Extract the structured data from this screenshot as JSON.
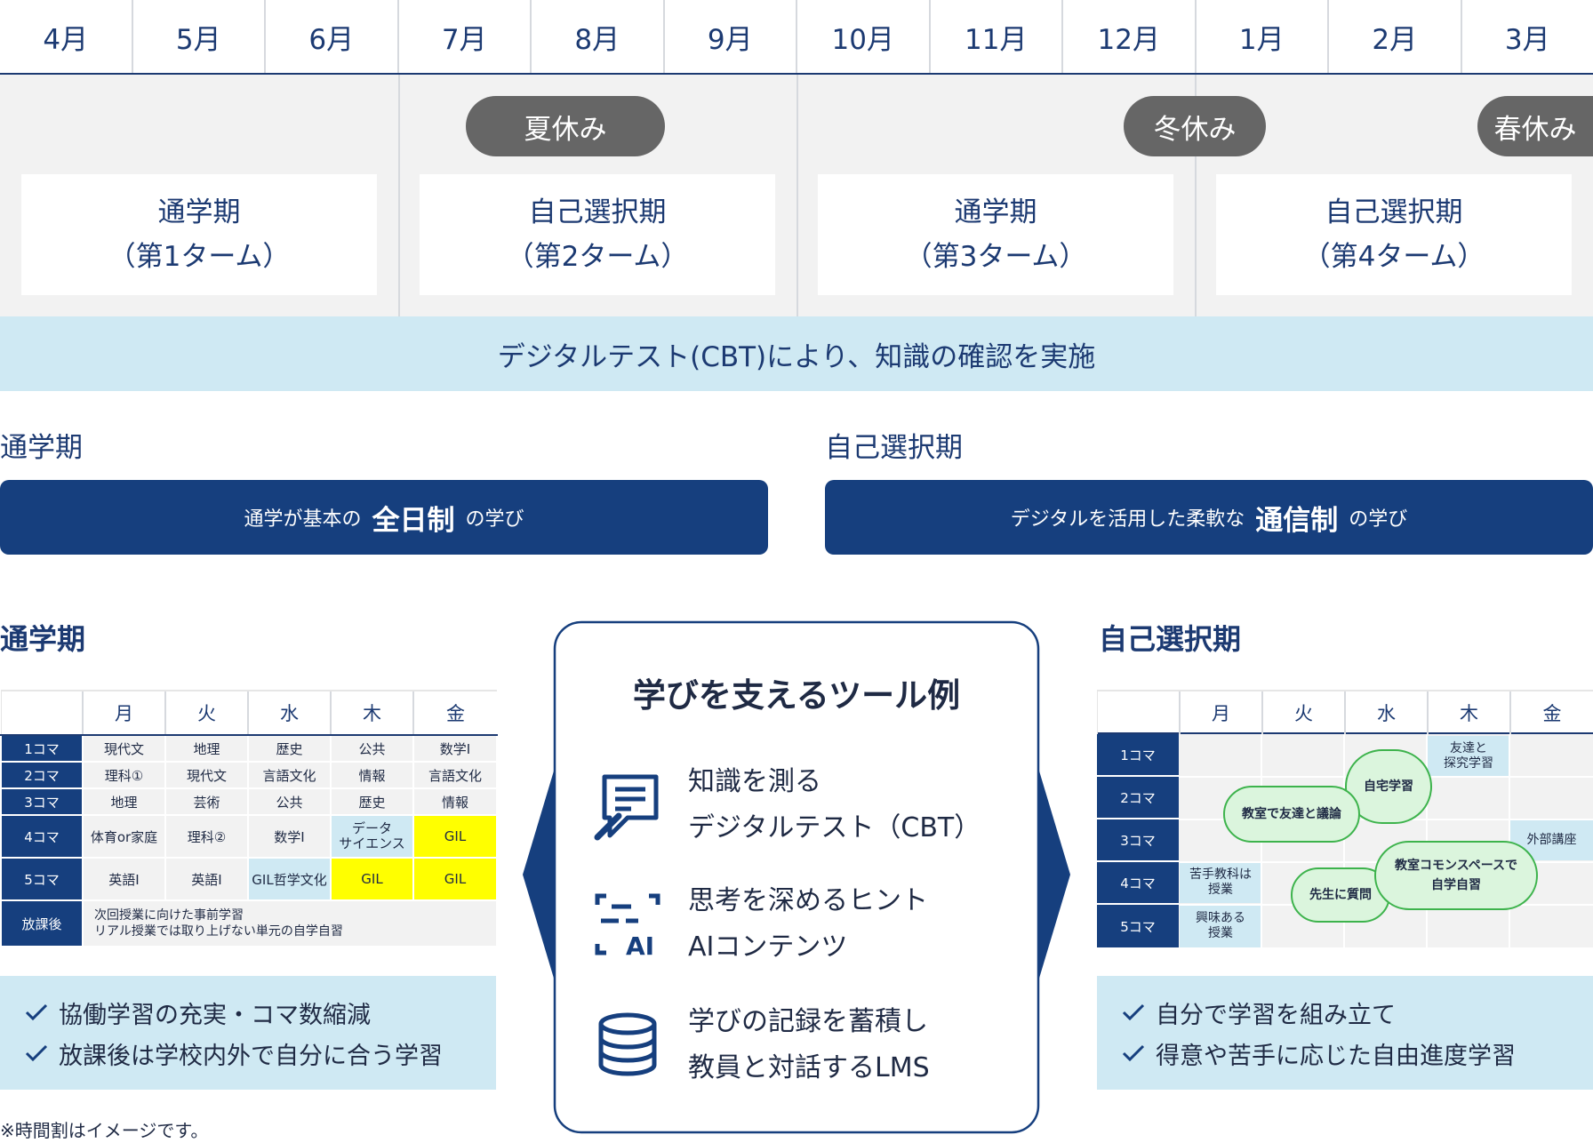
{
  "months": [
    "4月",
    "5月",
    "6月",
    "7月",
    "8月",
    "9月",
    "10月",
    "11月",
    "12月",
    "1月",
    "2月",
    "3月"
  ],
  "holidays": {
    "summer": "夏休み",
    "winter": "冬休み",
    "spring": "春休み"
  },
  "terms": [
    {
      "name": "通学期",
      "sub": "（第1ターム）"
    },
    {
      "name": "自己選択期",
      "sub": "（第2ターム）"
    },
    {
      "name": "通学期",
      "sub": "（第3ターム）"
    },
    {
      "name": "自己選択期",
      "sub": "（第4ターム）"
    }
  ],
  "cbt_band": "デジタルテスト(CBT)により、知識の確認を実施",
  "periods": {
    "commute": {
      "label": "通学期",
      "banner_pre": "通学が基本の",
      "banner_strong": "全日制",
      "banner_post": "の学び"
    },
    "self": {
      "label": "自己選択期",
      "banner_pre": "デジタルを活用した柔軟な",
      "banner_strong": "通信制",
      "banner_post": "の学び"
    }
  },
  "left_section": {
    "title": "通学期",
    "days": [
      "月",
      "火",
      "水",
      "木",
      "金"
    ],
    "rows": [
      {
        "koma": "1コマ",
        "cells": [
          "現代文",
          "地理",
          "歴史",
          "公共",
          "数学I"
        ]
      },
      {
        "koma": "2コマ",
        "cells": [
          "理科①",
          "現代文",
          "言語文化",
          "情報",
          "言語文化"
        ]
      },
      {
        "koma": "3コマ",
        "cells": [
          "地理",
          "芸術",
          "公共",
          "歴史",
          "情報"
        ]
      },
      {
        "koma": "4コマ",
        "cells": [
          "体育or家庭",
          "理科②",
          "数学I",
          "データサイエンス",
          "GIL"
        ]
      },
      {
        "koma": "5コマ",
        "cells": [
          "英語I",
          "英語I",
          "GIL哲学文化",
          "GIL",
          "GIL"
        ]
      }
    ],
    "data_science_line1": "データ",
    "data_science_line2": "サイエンス",
    "after_label": "放課後",
    "after_line1": "次回授業に向けた事前学習",
    "after_line2": "リアル授業では取り上げない単元の自学自習",
    "checks": [
      "協働学習の充実・コマ数縮減",
      "放課後は学校内外で自分に合う学習"
    ],
    "note": "※時間割はイメージです。"
  },
  "right_section": {
    "title": "自己選択期",
    "days": [
      "月",
      "火",
      "水",
      "木",
      "金"
    ],
    "koma": [
      "1コマ",
      "2コマ",
      "3コマ",
      "4コマ",
      "5コマ"
    ],
    "blue_cells": {
      "tankyu_1": "友達と",
      "tankyu_2": "探究学習",
      "gaibu": "外部講座",
      "nigate_1": "苦手教科は",
      "nigate_2": "授業",
      "kyomi_1": "興味ある",
      "kyomi_2": "授業"
    },
    "bubbles": {
      "jitaku": "自宅学習",
      "giron": "教室で友達と議論",
      "shitsumon": "先生に質問",
      "commons_1": "教室コモンスペースで",
      "commons_2": "自学自習"
    },
    "checks": [
      "自分で学習を組み立て",
      "得意や苦手に応じた自由進度学習"
    ]
  },
  "tools": {
    "title": "学びを支えるツール例",
    "items": [
      {
        "icon": "digital-test-icon",
        "line1": "知識を測る",
        "line2": "デジタルテスト（CBT）"
      },
      {
        "icon": "ai-icon",
        "line1": "思考を深めるヒント",
        "line2": "AIコンテンツ"
      },
      {
        "icon": "database-icon",
        "line1": "学びの記録を蓄積し",
        "line2": "教員と対話するLMS"
      }
    ]
  },
  "colors": {
    "navy": "#163f7e",
    "text_navy": "#1c3a72",
    "light_blue": "#cfe9f3",
    "gray_band": "#f2f2f2",
    "holiday_pill": "#666666",
    "highlight_yellow": "#ffff00",
    "bubble_green": "#3db34c",
    "bubble_fill": "#dbf5dd"
  }
}
